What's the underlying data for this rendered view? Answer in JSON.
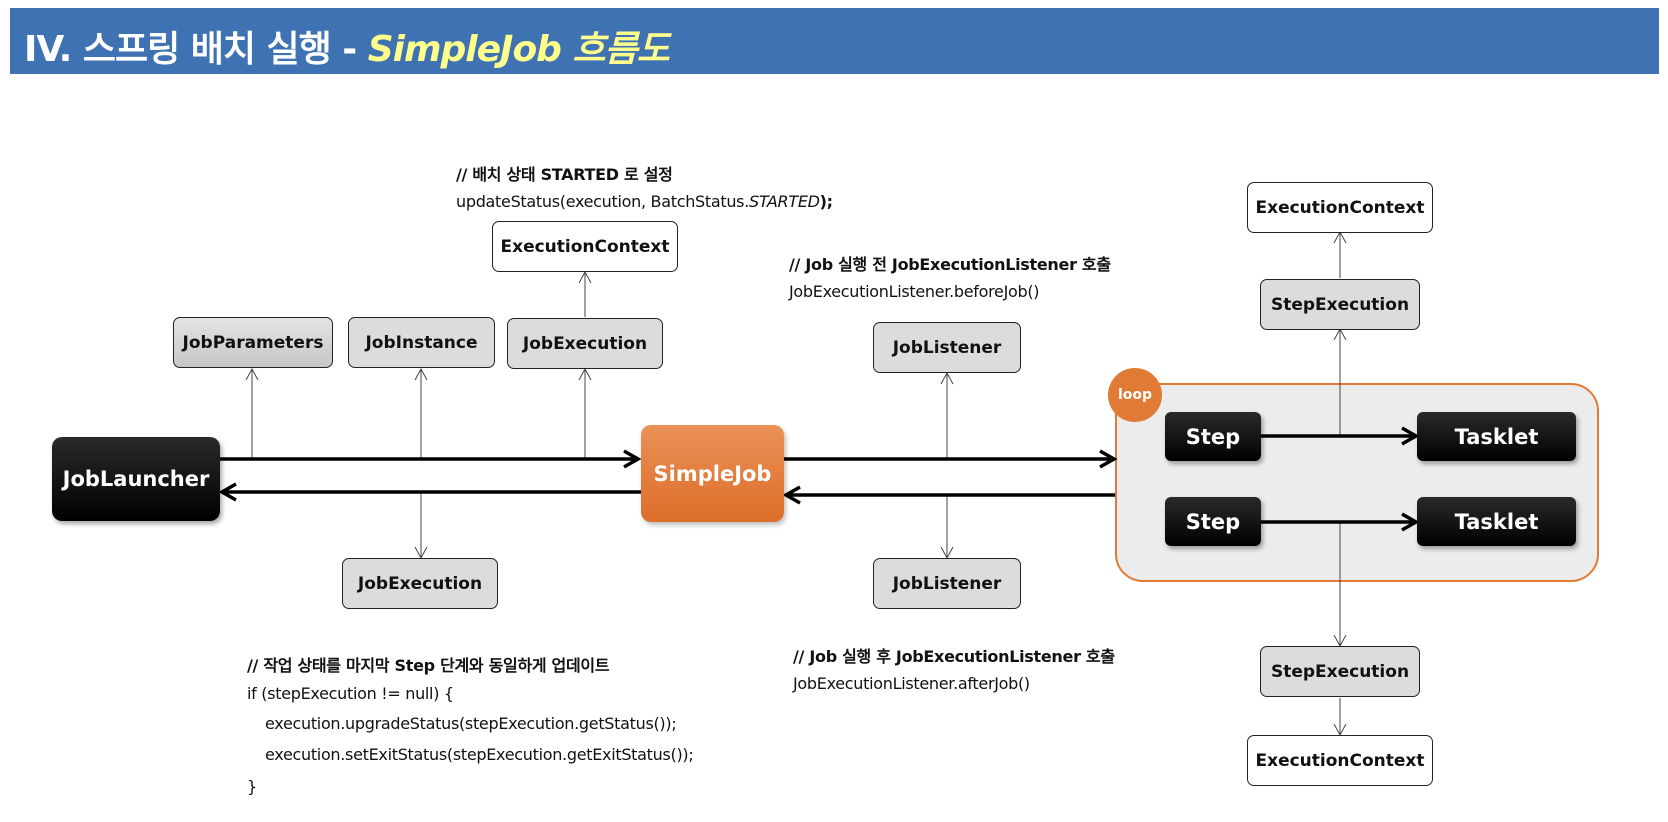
{
  "header": {
    "title_prefix": "IV. 스프링 배치 실행 - ",
    "title_accent": "SimpleJob 흐름도",
    "background": "#3f72b3",
    "accent_color": "#ffff8c"
  },
  "nodes": {
    "job_launcher": "JobLauncher",
    "simple_job": "SimpleJob",
    "job_parameters": "JobParameters",
    "job_instance": "JobInstance",
    "job_execution_top": "JobExecution",
    "job_execution_bottom": "JobExecution",
    "execution_context_job": "ExecutionContext",
    "job_listener_top": "JobListener",
    "job_listener_bottom": "JobListener",
    "loop_label": "loop",
    "step_1": "Step",
    "step_2": "Step",
    "tasklet_1": "Tasklet",
    "tasklet_2": "Tasklet",
    "step_execution_top": "StepExecution",
    "step_execution_bottom": "StepExecution",
    "execution_context_step_top": "ExecutionContext",
    "execution_context_step_bottom": "ExecutionContext"
  },
  "notes": {
    "status_comment": "// 배치 상태 STARTED 로 설정",
    "status_code_prefix": "updateStatus(execution, BatchStatus.",
    "status_code_italic": "STARTED",
    "status_code_suffix": ");",
    "before_comment": "// Job 실행 전 JobExecutionListener 호출",
    "before_code": "JobExecutionListener.beforeJob()",
    "after_comment": "// Job 실행 후 JobExecutionListener 호출",
    "after_code": "JobExecutionListener.afterJob()",
    "update_comment": "// 작업 상태를 마지막 Step 단계와 동일하게 업데이트",
    "update_code_1": "if (stepExecution != null) {",
    "update_code_2": "execution.upgradeStatus(stepExecution.getStatus());",
    "update_code_3": "execution.setExitStatus(stepExecution.getExitStatus());",
    "update_code_4": "}"
  },
  "colors": {
    "orange": "#e07a35",
    "loop_fill": "#ececec",
    "box_gray": "#dcdcdc",
    "black": "#000000"
  }
}
